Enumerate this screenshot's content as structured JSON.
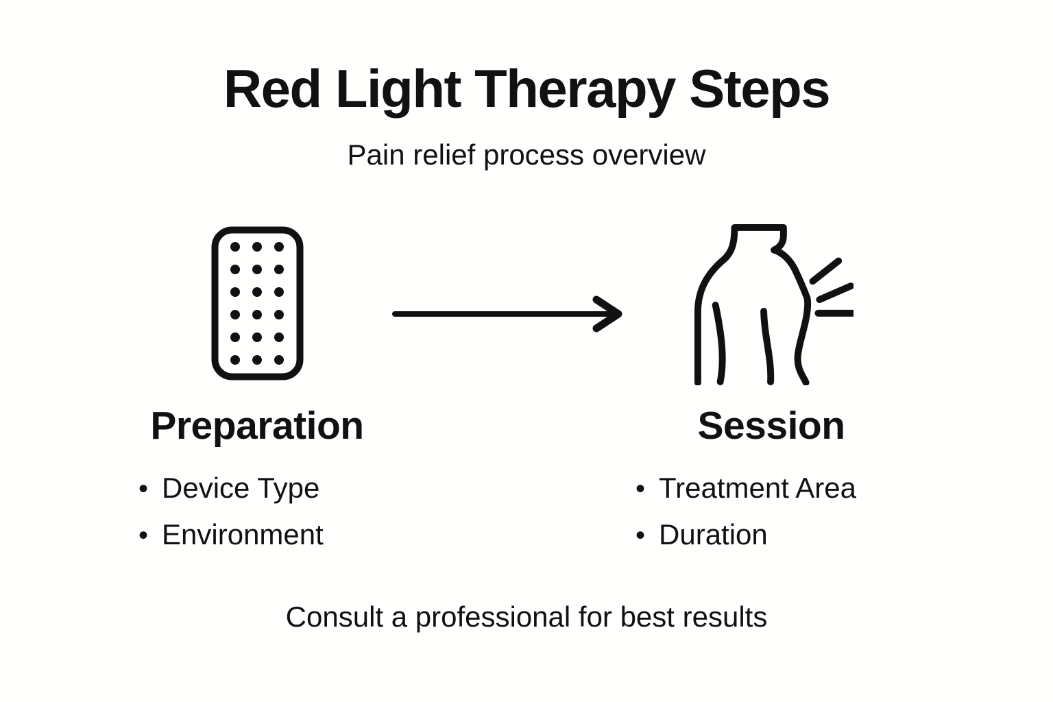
{
  "page": {
    "title": "Red Light Therapy Steps",
    "subtitle": "Pain relief process overview",
    "footer_note": "Consult a professional for best results"
  },
  "glyphs": {
    "bullet": "•"
  },
  "colors": {
    "background": "#fffffd",
    "ink": "#111111"
  },
  "flow": {
    "connector": "arrow-right",
    "steps": [
      {
        "label": "Preparation",
        "icon": "light-panel-icon",
        "bullets": [
          "Device Type",
          "Environment"
        ]
      },
      {
        "label": "Session",
        "icon": "back-pain-icon",
        "bullets": [
          "Treatment Area",
          "Duration"
        ]
      }
    ]
  }
}
